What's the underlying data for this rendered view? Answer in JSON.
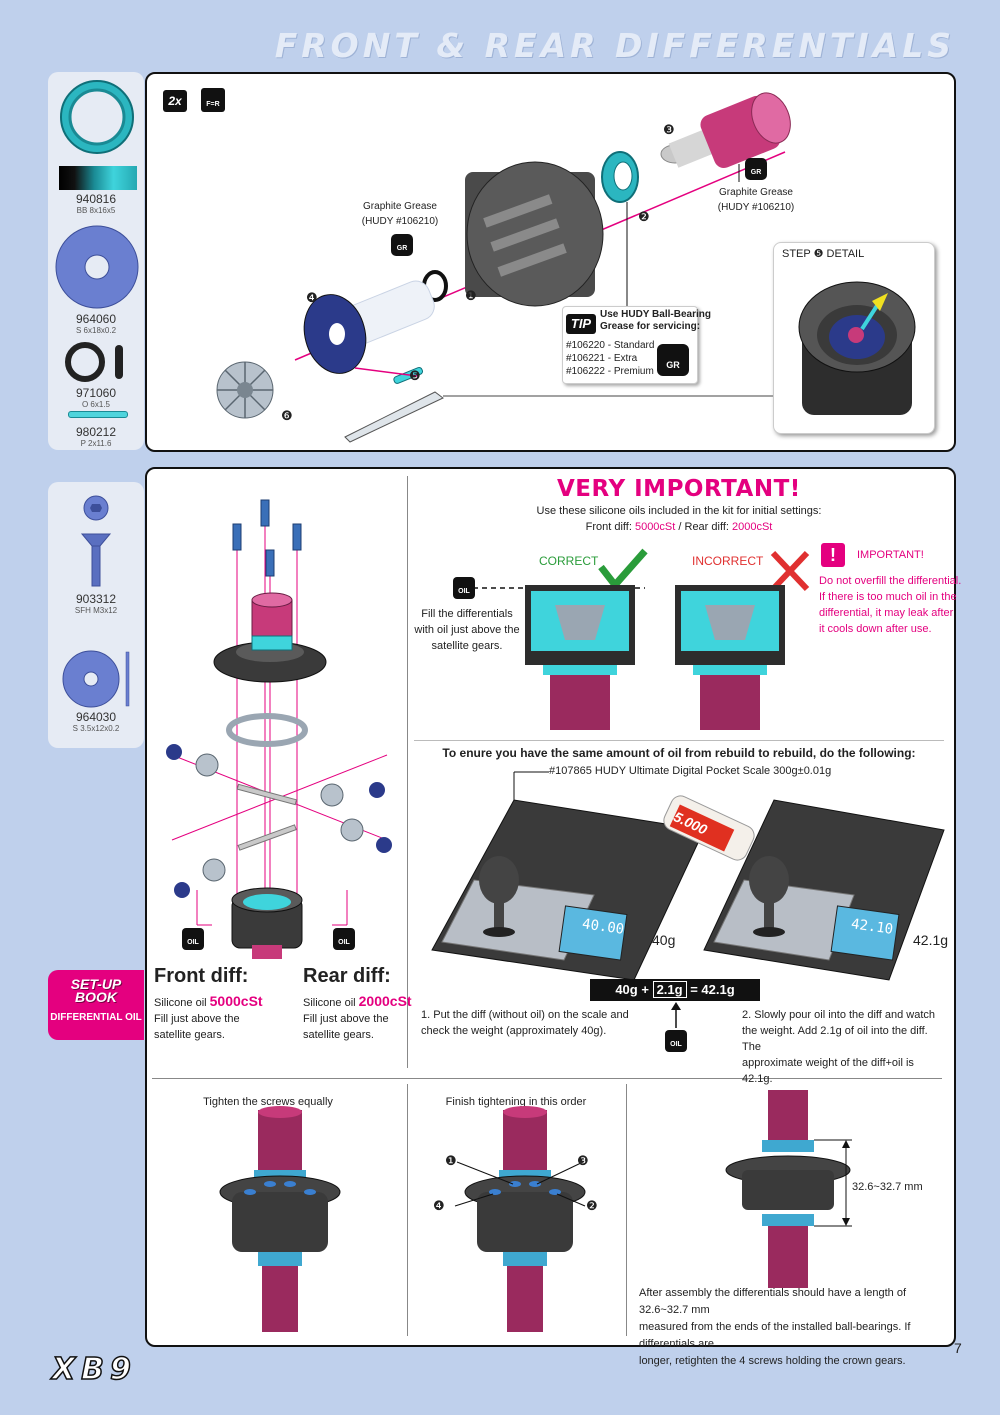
{
  "header": {
    "title": "FRONT & REAR DIFFERENTIALS"
  },
  "parts_top": [
    {
      "code": "940816",
      "desc": "BB 8x16x5"
    },
    {
      "code": "964060",
      "desc": "S 6x18x0.2"
    },
    {
      "code": "971060",
      "desc": "O 6x1.5"
    },
    {
      "code": "980212",
      "desc": "P 2x11.6"
    }
  ],
  "parts_bottom": [
    {
      "code": "903312",
      "desc": "SFH M3x12"
    },
    {
      "code": "964030",
      "desc": "S 3.5x12x0.2"
    }
  ],
  "top_panel": {
    "qty_badge": "2x",
    "fr_badge": "F=R",
    "grease_left": {
      "line1": "Graphite Grease",
      "line2": "(HUDY #106210)"
    },
    "grease_right": {
      "line1": "Graphite Grease",
      "line2": "(HUDY #106210)"
    },
    "gr_label": "GR",
    "step_numbers": [
      "❶",
      "❷",
      "❸",
      "❹",
      "❺",
      "❻"
    ],
    "step_detail": "STEP ❺ DETAIL",
    "tip": {
      "badge": "TIP",
      "line1": "Use HUDY Ball-Bearing",
      "line2": "Grease for servicing:",
      "items": [
        "#106220 - Standard",
        "#106221 - Extra",
        "#106222 - Premium"
      ]
    }
  },
  "setup_book": {
    "line1": "SET-UP",
    "line2": "BOOK",
    "label": "DIFFERENTIAL OIL"
  },
  "middle_panel": {
    "oil_label": "OIL",
    "front": {
      "title": "Front diff:",
      "oil_prefix": "Silicone oil ",
      "oil_value": "5000cSt",
      "line2": "Fill just above the",
      "line3": "satellite gears."
    },
    "rear": {
      "title": "Rear diff:",
      "oil_prefix": "Silicone oil ",
      "oil_value": "2000cSt",
      "line2": "Fill just above the",
      "line3": "satellite gears."
    },
    "important": {
      "title": "VERY IMPORTANT!",
      "line1": "Use these silicone oils included in the kit for initial settings:",
      "front_prefix": "Front diff: ",
      "front_value": "5000cSt",
      "sep": " / ",
      "rear_prefix": "Rear diff: ",
      "rear_value": "2000cSt"
    },
    "correct": "CORRECT",
    "incorrect": "INCORRECT",
    "fill_note": [
      "Fill the differentials",
      "with oil just above the",
      "satellite gears."
    ],
    "warn": {
      "icon": "!",
      "title": "IMPORTANT!",
      "lines": [
        "Do not overfill the differential.",
        "If there is too much oil in the",
        "differential, it may leak after",
        "it cools down after use."
      ]
    },
    "rebuild_heading": "To enure you have the same amount of oil from rebuild to rebuild, do the following:",
    "scale_label": "#107865 HUDY Ultimate Digital Pocket Scale 300g±0.01g",
    "oil_bottle": "5.000",
    "display_left": "40.00",
    "display_right": "42.10",
    "weight_left": "40g",
    "weight_right": "42.1g",
    "formula": {
      "a": "40g",
      "op1": "+",
      "b": "2.1g",
      "op2": "=",
      "c": "42.1g"
    },
    "step1": [
      "1. Put the diff (without oil) on the scale and",
      "check the weight (approximately 40g)."
    ],
    "step2": [
      "2. Slowly pour oil into the diff and watch",
      "the weight. Add 2.1g of oil into the diff. The",
      "approximate weight of the diff+oil is 42.1g."
    ]
  },
  "bottom_panel": {
    "tighten": "Tighten the screws equally",
    "finish": "Finish tightening in this order",
    "order": [
      "❶",
      "❷",
      "❸",
      "❹"
    ],
    "length": "32.6~32.7 mm",
    "note": [
      "After assembly the differentials should have a length of 32.6~32.7 mm",
      "measured from the ends of the installed ball-bearings. If differentials are",
      "longer, retighten the 4 screws holding the crown gears."
    ]
  },
  "footer": {
    "logo": "XB9",
    "page": "7"
  },
  "colors": {
    "accent": "#e4007f",
    "correct": "#2a9c3a",
    "incorrect": "#e03030",
    "cyan": "#36c4cc",
    "maroon": "#8a2a55",
    "blue": "#3a7fd0"
  }
}
